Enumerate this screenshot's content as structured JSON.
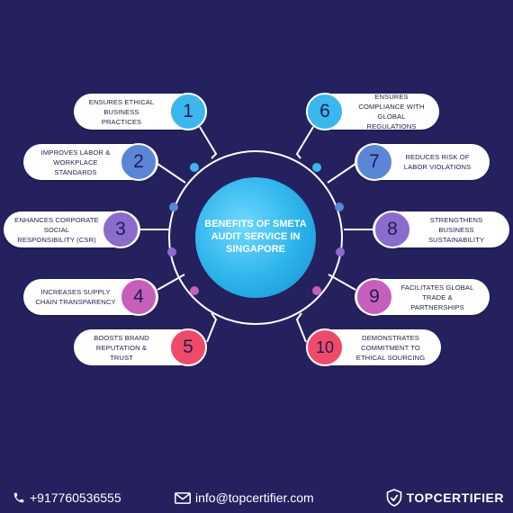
{
  "center_title": "BENEFITS OF SMETA AUDIT SERVICE IN SINGAPORE",
  "benefits": [
    {
      "number": "1",
      "text": "ENSURES ETHICAL BUSINESS PRACTICES",
      "color": "#3ab8ee"
    },
    {
      "number": "2",
      "text": "IMPROVES LABOR & WORKPLACE STANDARDS",
      "color": "#5b86d8"
    },
    {
      "number": "3",
      "text": "ENHANCES CORPORATE SOCIAL RESPONSIBILITY (CSR)",
      "color": "#8a6ccd"
    },
    {
      "number": "4",
      "text": "INCREASES SUPPLY CHAIN TRANSPARENCY",
      "color": "#c65fbc"
    },
    {
      "number": "5",
      "text": "BOOSTS BRAND REPUTATION & TRUST",
      "color": "#f04a6a"
    },
    {
      "number": "6",
      "text": "ENSURES COMPLIANCE WITH GLOBAL REGULATIONS",
      "color": "#3ab8ee"
    },
    {
      "number": "7",
      "text": "REDUCES RISK OF LABOR VIOLATIONS",
      "color": "#5b86d8"
    },
    {
      "number": "8",
      "text": "STRENGTHENS BUSINESS SUSTAINABILITY",
      "color": "#8a6ccd"
    },
    {
      "number": "9",
      "text": "FACILITATES GLOBAL TRADE & PARTNERSHIPS",
      "color": "#c65fbc"
    },
    {
      "number": "10",
      "text": "DEMONSTRATES COMMITMENT TO ETHICAL SOURCING",
      "color": "#f04a6a"
    }
  ],
  "footer": {
    "phone": "+917760536555",
    "email": "info@topcertifier.com",
    "brand": "TOPCERTIFIER"
  },
  "colors": {
    "background": "#25215f",
    "ring": "#ffffff"
  }
}
